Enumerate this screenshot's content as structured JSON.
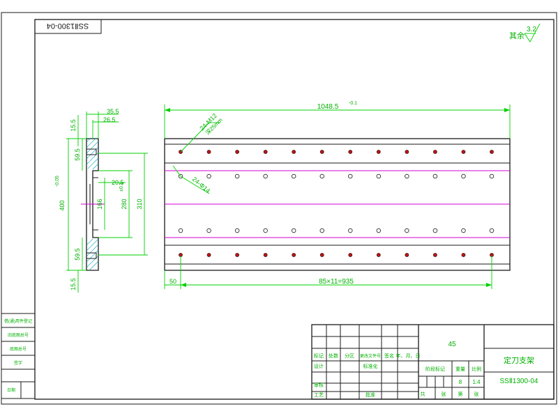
{
  "title_block": {
    "part_number": "SSⅡ1300-04",
    "part_number_mirrored": "SSⅡ1300-04",
    "part_name": "定刀支架",
    "material": "45",
    "scale": "1:4",
    "weight": "8",
    "cells": {
      "row1": [
        "标记",
        "处数",
        "分区",
        "更改文件号",
        "签名",
        "年、月、日"
      ],
      "design": "设计",
      "standardize": "标准化",
      "stage_mark": "阶段标记",
      "weight_label": "重量",
      "scale_label": "比例",
      "review": "审核",
      "process": "工艺",
      "approve": "批准",
      "bottom": [
        "共",
        "张",
        "第",
        "张"
      ]
    }
  },
  "surface_finish": {
    "prefix": "其余",
    "value": "3.2"
  },
  "left_margin": {
    "labels": [
      "借(通)用件登记",
      "旧底图总号",
      "底图总号",
      "签字",
      "日期"
    ]
  },
  "dimensions": {
    "length_total": "1048.5",
    "length_tol": "-0.1",
    "hole_spec_top": "24-M12",
    "hole_spec_depth": "深25mm",
    "hole_spec_lower": "24-Φ14",
    "start_offset": "50",
    "pitch": "85×11=935",
    "side_35_5": "35.5",
    "side_26_5": "26.5",
    "side_15_5_top": "15.5",
    "side_59_5_top": "59.5",
    "side_400": "400",
    "side_400_tol": "-0.05",
    "side_20_5": "20.5",
    "side_166": "166",
    "side_280": "280",
    "side_280_tol": "±0.1",
    "side_310": "310",
    "side_59_5_bot": "59.5",
    "side_15_5_bot": "15.5"
  }
}
